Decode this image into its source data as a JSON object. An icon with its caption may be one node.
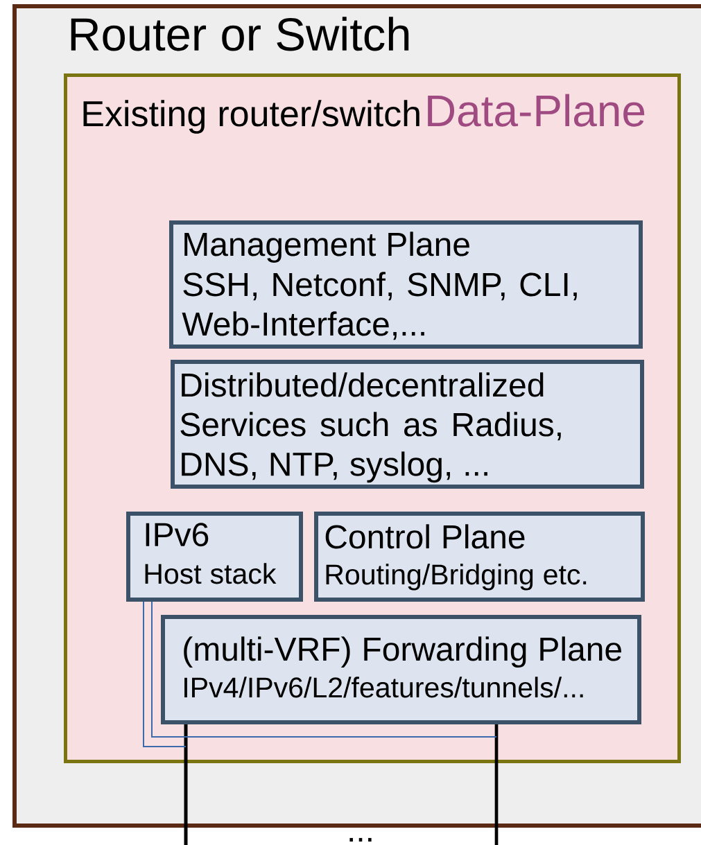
{
  "diagram": {
    "nodes": [
      {
        "text": [
          "Router or Switch"
        ]
      },
      {
        "text": [
          "Existing router/switch",
          "Data-Plane"
        ],
        "in": 0
      },
      {
        "text": [
          "Management Plane",
          "SSH, Netconf, SNMP, CLI, Web-Interface,..."
        ],
        "in": 1
      },
      {
        "text": [
          "Distributed/decentralized Services such as Radius, DNS, NTP, syslog, ..."
        ],
        "in": 1
      },
      {
        "text": [
          "IPv6",
          "Host stack"
        ],
        "in": 1
      },
      {
        "text": [
          "Control Plane",
          "Routing/Bridging etc."
        ],
        "in": 1
      },
      {
        "text": [
          "(multi-VRF) Forwarding Plane",
          "IPv4/IPv6/L2/features/tunnels/..."
        ],
        "in": 1
      }
    ],
    "edges": [
      {
        "from": 6,
        "to": null,
        "arrow": "none",
        "style": "thick"
      },
      {
        "from": 6,
        "to": null,
        "arrow": "none",
        "style": "thick"
      },
      {
        "from": 4,
        "to": null,
        "arrow": "none",
        "color": "#3c6aad"
      },
      {
        "from": 4,
        "to": null,
        "arrow": "none",
        "color": "#3c6aad"
      }
    ],
    "labels": [
      "..."
    ]
  }
}
